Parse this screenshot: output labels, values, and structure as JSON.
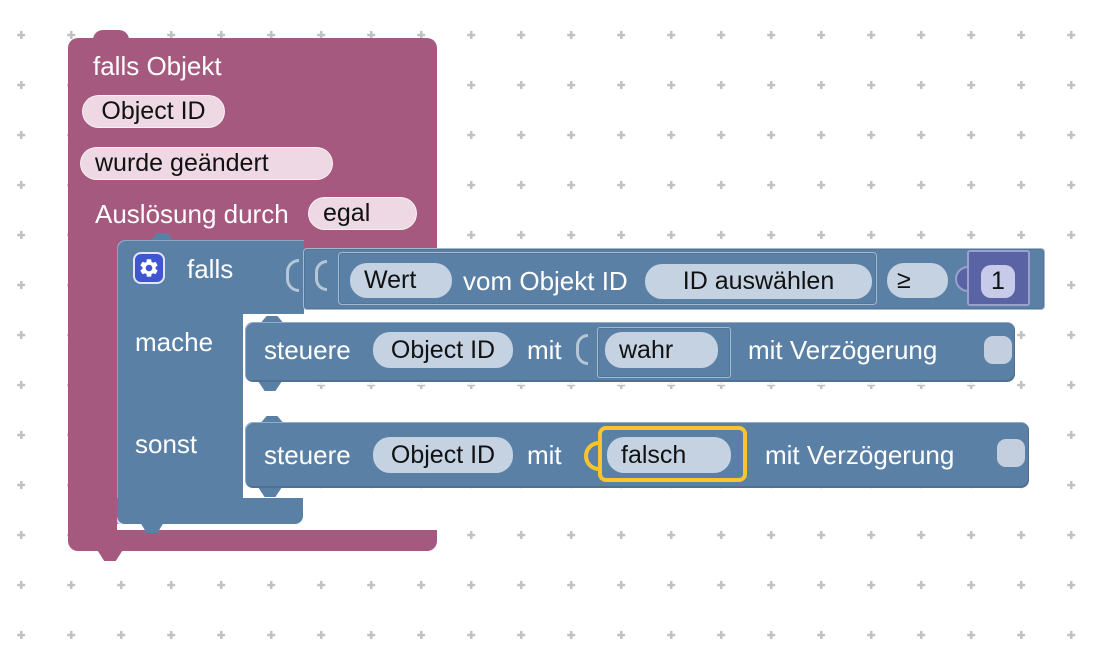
{
  "workspace": {
    "background": "#ffffff",
    "grid_dot_color": "#c2c2c2"
  },
  "trigger_block": {
    "color": "#a5597f",
    "field_background": "#edd8e3",
    "title": "falls Objekt",
    "object_id": "Object ID",
    "event": "wurde geändert",
    "trigger_by_label": "Auslösung durch",
    "trigger_by": "egal"
  },
  "if_block": {
    "color": "#5b80a5",
    "field_background": "#c5d2e2",
    "if_label": "falls",
    "do_label": "mache",
    "else_label": "sonst",
    "condition": {
      "attribute": "Wert",
      "of_object_label": "vom Objekt ID",
      "object_id": "ID auswählen",
      "operator": "≥",
      "number": {
        "value": "1",
        "color": "#5a63a4",
        "field_background": "#c7cbe9"
      }
    },
    "do_statement": {
      "action_label": "steuere",
      "object_id": "Object ID",
      "with_label": "mit",
      "value": "wahr",
      "delay_label": "mit Verzögerung",
      "delay_checked": false
    },
    "else_statement": {
      "action_label": "steuere",
      "object_id": "Object ID",
      "with_label": "mit",
      "value": "falsch",
      "delay_label": "mit Verzögerung",
      "delay_checked": false,
      "selected": true,
      "selection_color": "#fcc331"
    }
  }
}
